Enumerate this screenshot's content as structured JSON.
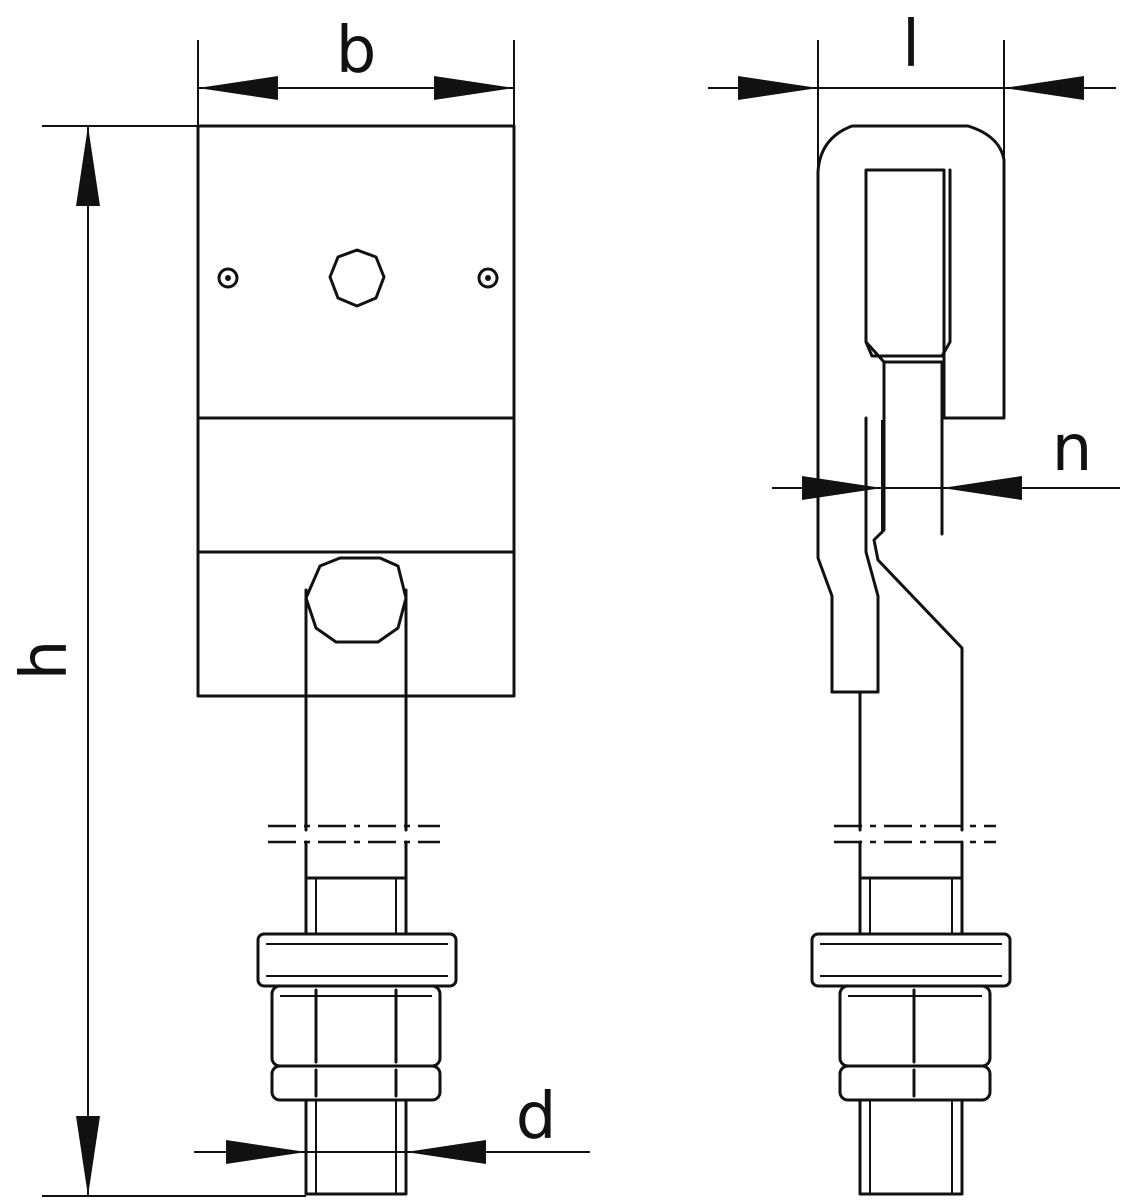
{
  "drawing": {
    "views": [
      "front-view",
      "side-view"
    ],
    "dimension_labels": {
      "b": "b",
      "l": "l",
      "h": "h",
      "n": "n",
      "d": "d"
    },
    "line_color": "#111111",
    "background": "#ffffff"
  }
}
